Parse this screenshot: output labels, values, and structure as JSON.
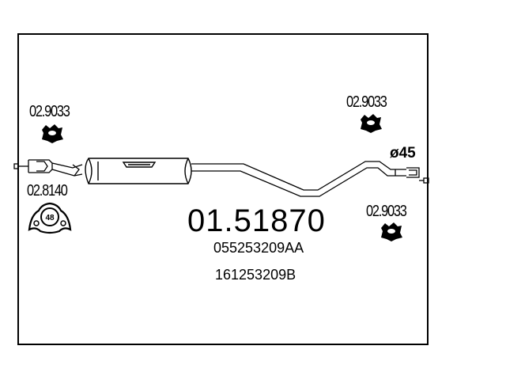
{
  "diagram": {
    "part_number": "01.51870",
    "oem_numbers": [
      "055253209AA",
      "161253209B"
    ],
    "diameter_label": "ø45",
    "accessories": [
      {
        "code": "02.9033"
      },
      {
        "code": "02.9033"
      },
      {
        "code": "02.8140",
        "badge": "48"
      },
      {
        "code": "02.9033"
      }
    ]
  },
  "colors": {
    "line": "#000000",
    "background": "#ffffff"
  }
}
